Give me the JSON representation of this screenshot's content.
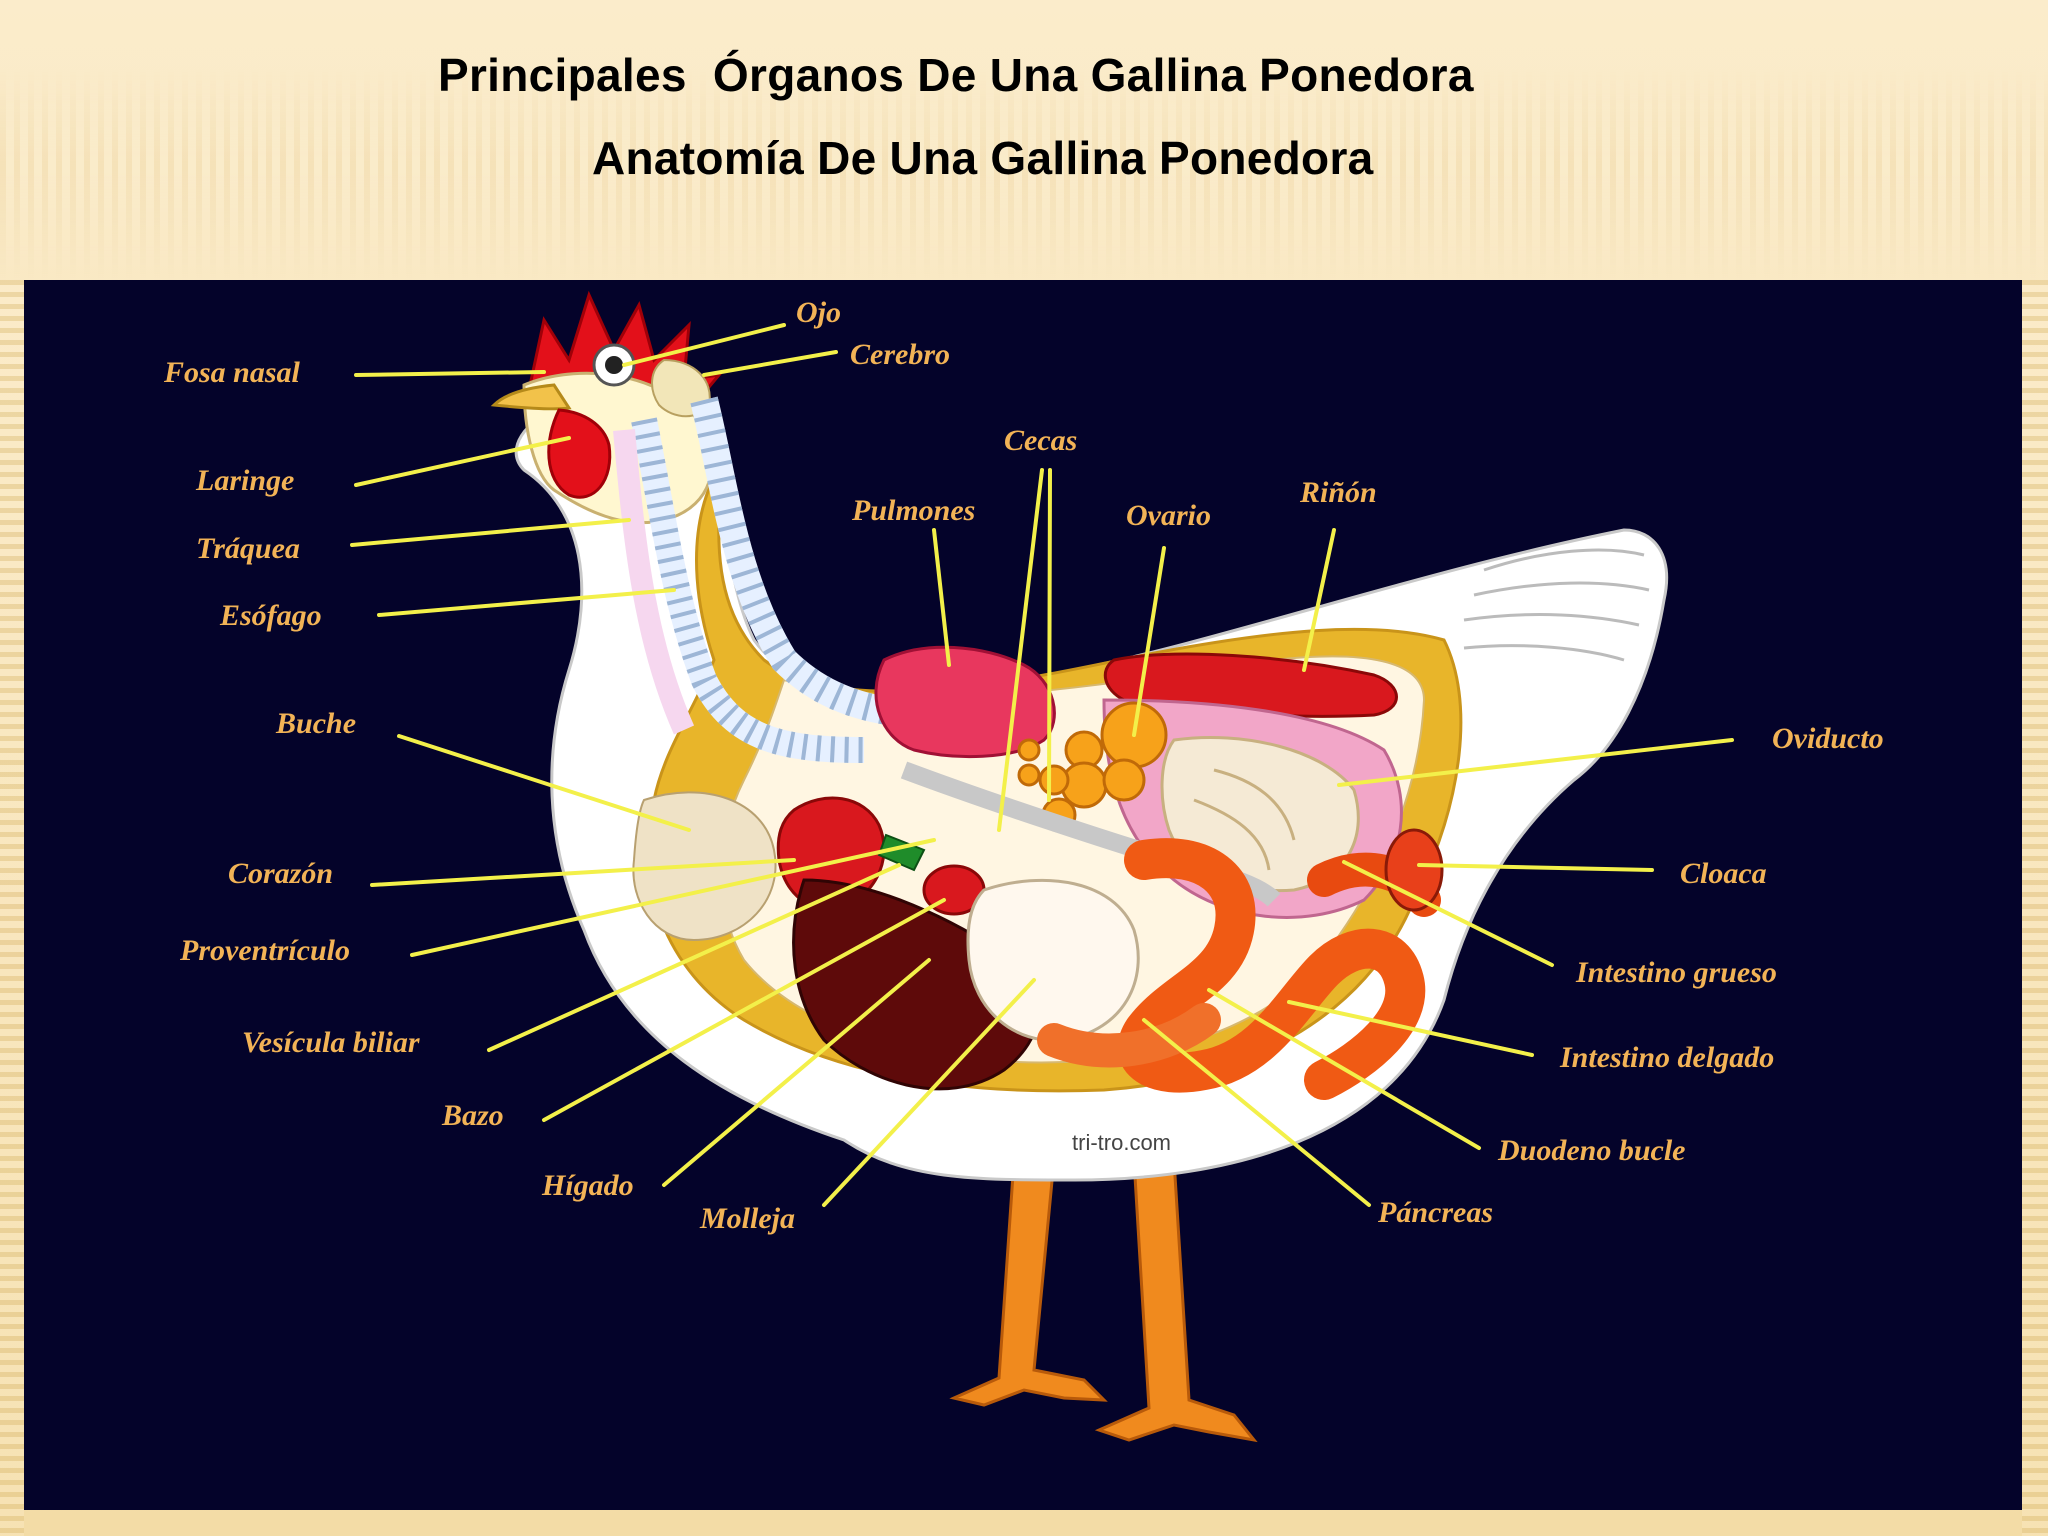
{
  "titles": {
    "main": "Principales  Órganos De Una Gallina Ponedora",
    "sub": "Anatomía De Una Gallina Ponedora"
  },
  "diagram": {
    "credit": "tri-tro.com",
    "labels": {
      "fosa_nasal": "Fosa nasal",
      "ojo": "Ojo",
      "cerebro": "Cerebro",
      "laringe": "Laringe",
      "traquea": "Tráquea",
      "esofago": "Esófago",
      "buche": "Buche",
      "corazon": "Corazón",
      "proventriculo": "Proventrículo",
      "vesicula_biliar": "Vesícula biliar",
      "bazo": "Bazo",
      "higado": "Hígado",
      "molleja": "Molleja",
      "cecas": "Cecas",
      "pulmones": "Pulmones",
      "ovario": "Ovario",
      "rinon": "Riñón",
      "oviducto": "Oviducto",
      "cloaca": "Cloaca",
      "intestino_grueso": "Intestino grueso",
      "intestino_delgado": "Intestino delgado",
      "duodeno_bucle": "Duodeno bucle",
      "pancreas": "Páncreas"
    }
  },
  "colors": {
    "panel_background": "#04032a",
    "label_text": "#f2b356",
    "leader_lines": "#f3f04a",
    "body_white": "#ffffff",
    "body_cavity": "#e8b52a",
    "comb": "#e3101a",
    "legs": "#f08a1e",
    "liver": "#6a0a0a",
    "intestines": "#f05a14"
  }
}
